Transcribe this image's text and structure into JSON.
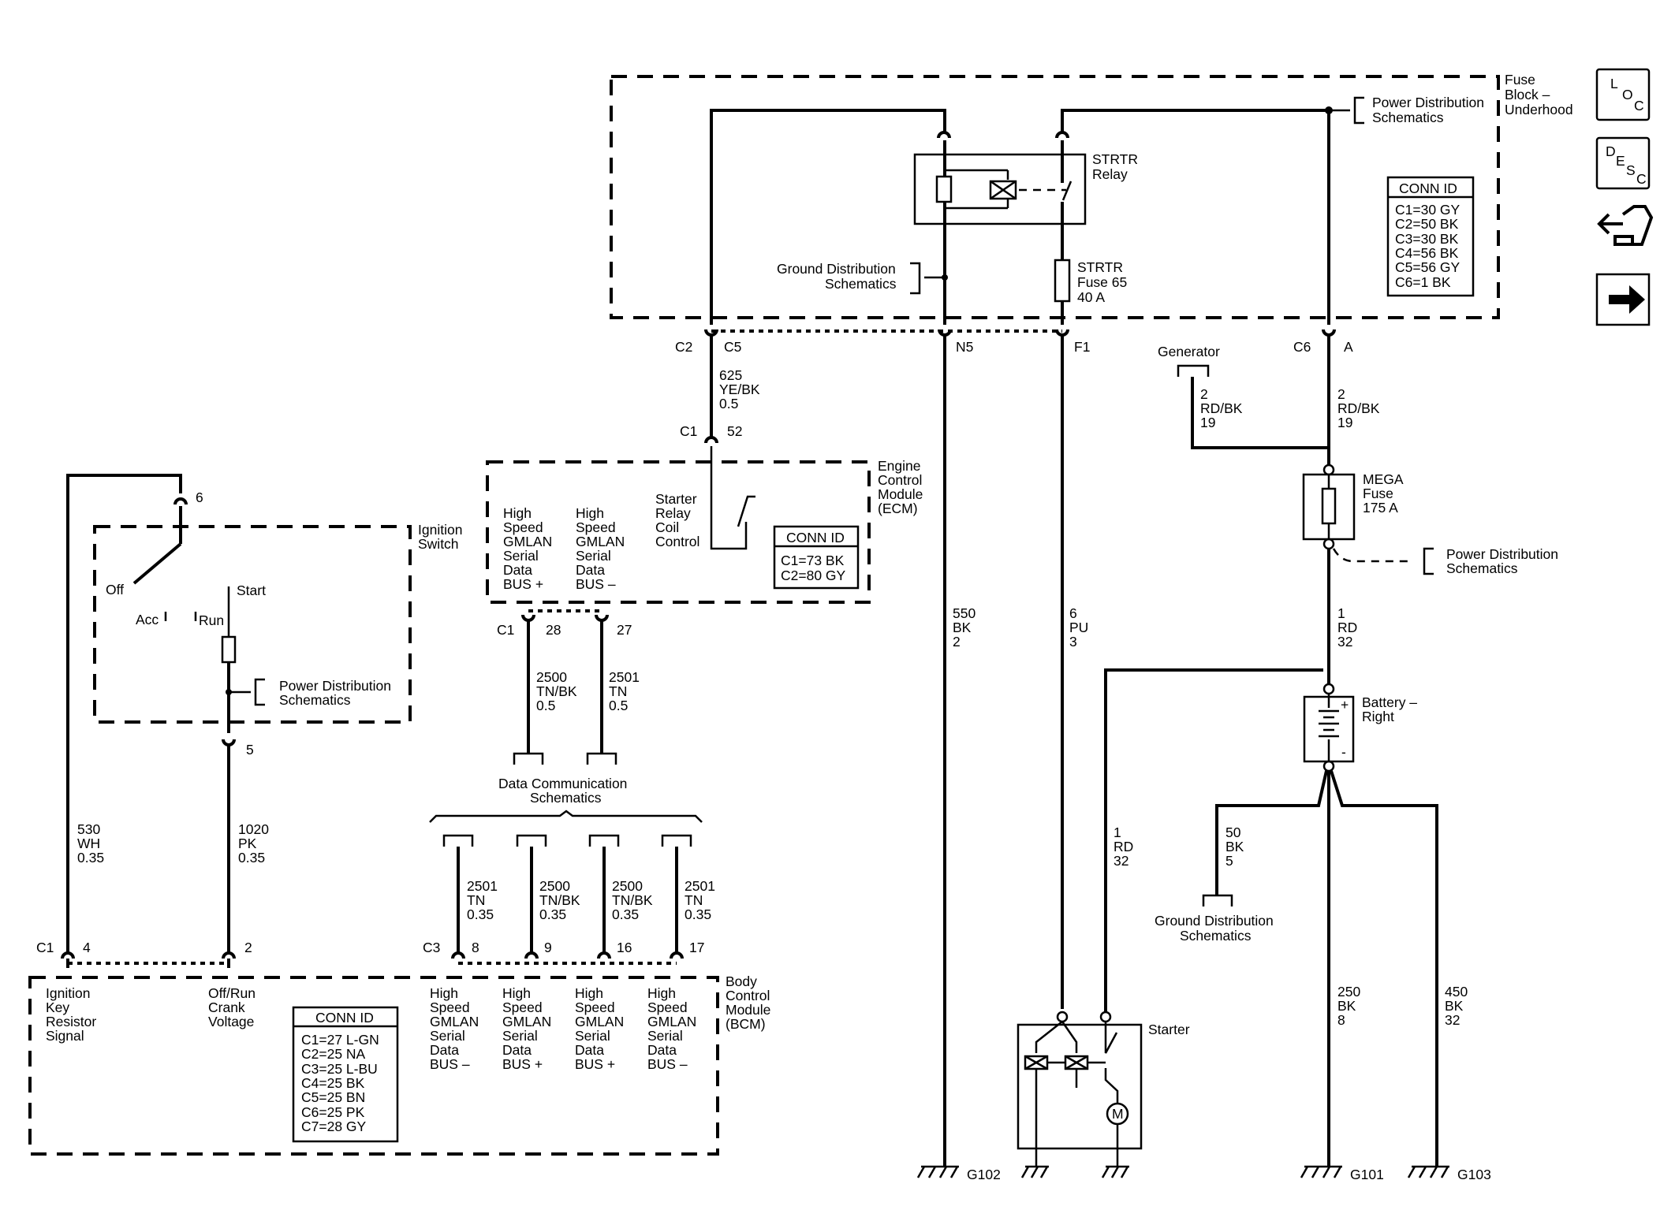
{
  "components": {
    "fuse_block": [
      "Fuse",
      "Block –",
      "Underhood"
    ],
    "ecm": [
      "Engine",
      "Control",
      "Module",
      "(ECM)"
    ],
    "bcm": [
      "Body",
      "Control",
      "Module",
      "(BCM)"
    ],
    "ignition_switch": [
      "Ignition",
      "Switch"
    ],
    "strtr_relay": [
      "STRTR",
      "Relay"
    ],
    "strtr_fuse": [
      "STRTR",
      "Fuse 65",
      "40 A"
    ],
    "mega_fuse": [
      "MEGA",
      "Fuse",
      "175 A"
    ],
    "battery": [
      "Battery –",
      "Right"
    ],
    "starter": "Starter",
    "generator": "Generator"
  },
  "references": {
    "power_distribution": [
      "Power Distribution",
      "Schematics"
    ],
    "ground_distribution": [
      "Ground Distribution",
      "Schematics"
    ],
    "data_communication": [
      "Data Communication",
      "Schematics"
    ]
  },
  "conn_tables": {
    "fuse_block": {
      "title": "CONN ID",
      "rows": [
        "C1=30 GY",
        "C2=50 BK",
        "C3=30 BK",
        "C4=56 BK",
        "C5=56 GY",
        "C6=1 BK"
      ]
    },
    "ecm": {
      "title": "CONN ID",
      "rows": [
        "C1=73 BK",
        "C2=80 GY"
      ]
    },
    "bcm": {
      "title": "CONN ID",
      "rows": [
        "C1=27 L-GN",
        "C2=25 NA",
        "C3=25 L-BU",
        "C4=25 BK",
        "C5=25 BN",
        "C6=25 PK",
        "C7=28 GY"
      ]
    }
  },
  "switch_positions": {
    "off": "Off",
    "acc": "Acc",
    "run": "Run",
    "start": "Start"
  },
  "ecm_pins": {
    "bus_plus": [
      "High",
      "Speed",
      "GMLAN",
      "Serial",
      "Data",
      "BUS +"
    ],
    "bus_minus": [
      "High",
      "Speed",
      "GMLAN",
      "Serial",
      "Data",
      "BUS –"
    ],
    "starter_control": [
      "Starter",
      "Relay",
      "Coil",
      "Control"
    ]
  },
  "bcm_pins": {
    "ignition_key": [
      "Ignition",
      "Key",
      "Resistor",
      "Signal"
    ],
    "off_run_crank": [
      "Off/Run",
      "Crank",
      "Voltage"
    ],
    "bus_c3_8": [
      "High",
      "Speed",
      "GMLAN",
      "Serial",
      "Data",
      "BUS –"
    ],
    "bus_c3_9": [
      "High",
      "Speed",
      "GMLAN",
      "Serial",
      "Data",
      "BUS +"
    ],
    "bus_c3_16": [
      "High",
      "Speed",
      "GMLAN",
      "Serial",
      "Data",
      "BUS +"
    ],
    "bus_c3_17": [
      "High",
      "Speed",
      "GMLAN",
      "Serial",
      "Data",
      "BUS –"
    ]
  },
  "connectors": {
    "c2": "C2",
    "c5": "C5",
    "n5": "N5",
    "f1": "F1",
    "c6": "C6",
    "a": "A",
    "ecm_c1": "C1",
    "ecm_52": "52",
    "ecm_c1b": "C1",
    "ecm_28": "28",
    "ecm_27": "27",
    "sw_6": "6",
    "sw_5": "5",
    "bcm_c1": "C1",
    "bcm_4": "4",
    "bcm_2": "2",
    "bcm_c3": "C3",
    "bcm_8": "8",
    "bcm_9": "9",
    "bcm_16": "16",
    "bcm_17": "17"
  },
  "wires": {
    "w625": [
      "625",
      "YE/BK",
      "0.5"
    ],
    "w550": [
      "550",
      "BK",
      "2"
    ],
    "w6": [
      "6",
      "PU",
      "3"
    ],
    "w2a": [
      "2",
      "RD/BK",
      "19"
    ],
    "w2b": [
      "2",
      "RD/BK",
      "19"
    ],
    "w1": [
      "1",
      "RD",
      "32"
    ],
    "w1b": [
      "1",
      "RD",
      "32"
    ],
    "w50": [
      "50",
      "BK",
      "5"
    ],
    "w250": [
      "250",
      "BK",
      "8"
    ],
    "w450": [
      "450",
      "BK",
      "32"
    ],
    "w2500a": [
      "2500",
      "TN/BK",
      "0.5"
    ],
    "w2501a": [
      "2501",
      "TN",
      "0.5"
    ],
    "w530": [
      "530",
      "WH",
      "0.35"
    ],
    "w1020": [
      "1020",
      "PK",
      "0.35"
    ],
    "w2501b": [
      "2501",
      "TN",
      "0.35"
    ],
    "w2500b": [
      "2500",
      "TN/BK",
      "0.35"
    ],
    "w2500c": [
      "2500",
      "TN/BK",
      "0.35"
    ],
    "w2501c": [
      "2501",
      "TN",
      "0.35"
    ]
  },
  "grounds": {
    "g102": "G102",
    "g101": "G101",
    "g103": "G103"
  },
  "nav_buttons": {
    "loc": [
      "L",
      "O",
      "C"
    ],
    "desc": [
      "D",
      "E",
      "S",
      "C"
    ],
    "icons": [
      "connector-icon",
      "arrow-right-icon"
    ]
  }
}
